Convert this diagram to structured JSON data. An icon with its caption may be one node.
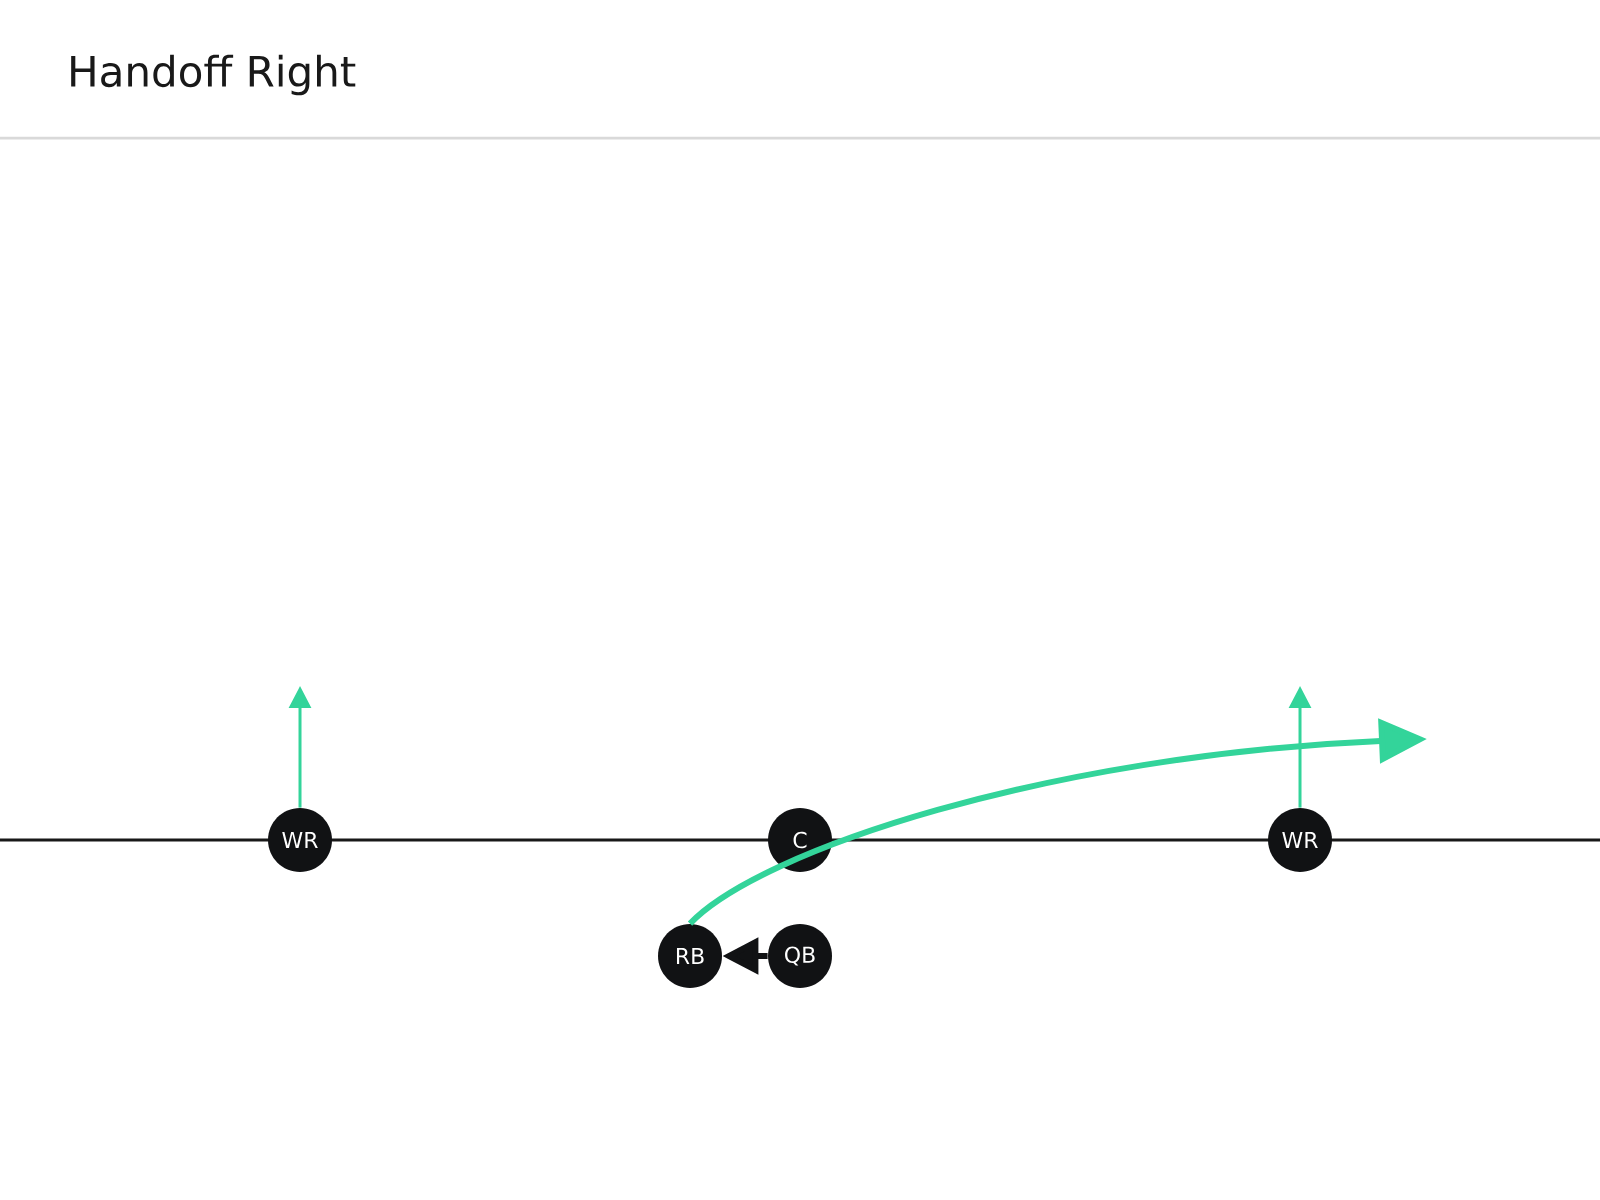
{
  "diagram": {
    "title": "Handoff Right",
    "nodes": [
      {
        "text": [
          "WR"
        ]
      },
      {
        "text": [
          "C"
        ]
      },
      {
        "text": [
          "WR"
        ]
      },
      {
        "text": [
          "RB"
        ]
      },
      {
        "text": [
          "QB"
        ]
      }
    ],
    "edges": [
      {
        "from": 0,
        "to": null,
        "arrow": "to"
      },
      {
        "from": 2,
        "to": null,
        "arrow": "to"
      },
      {
        "from": 4,
        "to": 3,
        "arrow": "to",
        "style": "thick",
        "color": "#111214"
      },
      {
        "from": 3,
        "to": null,
        "arrow": "to",
        "style": "thick"
      }
    ]
  }
}
